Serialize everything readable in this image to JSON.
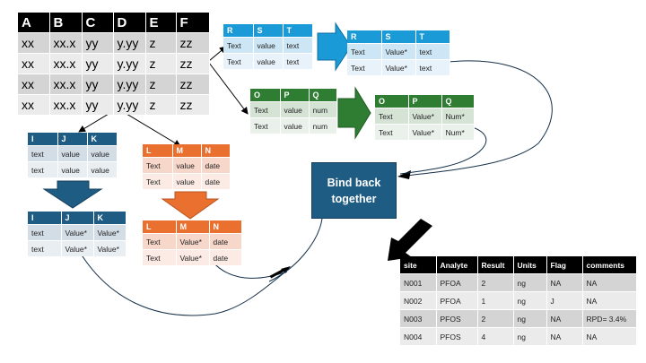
{
  "main_table": {
    "headers": [
      "A",
      "B",
      "C",
      "D",
      "E",
      "F"
    ],
    "rows": [
      [
        "xx",
        "xx.x",
        "yy",
        "y.yy",
        "z",
        "zz"
      ],
      [
        "xx",
        "xx.x",
        "yy",
        "y.yy",
        "z",
        "zz"
      ],
      [
        "xx",
        "xx.x",
        "yy",
        "y.yy",
        "z",
        "zz"
      ],
      [
        "xx",
        "xx.x",
        "yy",
        "y.yy",
        "z",
        "zz"
      ]
    ]
  },
  "rst_table": {
    "headers": [
      "R",
      "S",
      "T"
    ],
    "rows": [
      [
        "Text",
        "value",
        "text"
      ],
      [
        "Text",
        "value",
        "text"
      ]
    ]
  },
  "rst_result": {
    "headers": [
      "R",
      "S",
      "T"
    ],
    "rows": [
      [
        "Text",
        "Value*",
        "text"
      ],
      [
        "Text",
        "Value*",
        "text"
      ]
    ]
  },
  "opq_table": {
    "headers": [
      "O",
      "P",
      "Q"
    ],
    "rows": [
      [
        "Text",
        "value",
        "num"
      ],
      [
        "Text",
        "value",
        "num"
      ]
    ]
  },
  "opq_result": {
    "headers": [
      "O",
      "P",
      "Q"
    ],
    "rows": [
      [
        "Text",
        "Value*",
        "Num*"
      ],
      [
        "Text",
        "Value*",
        "Num*"
      ]
    ]
  },
  "ijk_table": {
    "headers": [
      "I",
      "J",
      "K"
    ],
    "rows": [
      [
        "text",
        "value",
        "value"
      ],
      [
        "text",
        "value",
        "value"
      ]
    ]
  },
  "ijk_result": {
    "headers": [
      "I",
      "J",
      "K"
    ],
    "rows": [
      [
        "text",
        "Value*",
        "Value*"
      ],
      [
        "text",
        "Value*",
        "Value*"
      ]
    ]
  },
  "lmn_table": {
    "headers": [
      "L",
      "M",
      "N"
    ],
    "rows": [
      [
        "Text",
        "value",
        "date"
      ],
      [
        "Text",
        "value",
        "date"
      ]
    ]
  },
  "lmn_result": {
    "headers": [
      "L",
      "M",
      "N"
    ],
    "rows": [
      [
        "Text",
        "Value*",
        "date"
      ],
      [
        "Text",
        "Value*",
        "date"
      ]
    ]
  },
  "bind_box": {
    "line1": "Bind back",
    "line2": "together"
  },
  "result_table": {
    "headers": [
      "site",
      "Analyte",
      "Result",
      "Units",
      "Flag",
      "comments"
    ],
    "rows": [
      [
        "N001",
        "PFOA",
        "2",
        "ng",
        "NA",
        "NA"
      ],
      [
        "N002",
        "PFOA",
        "1",
        "ng",
        "J",
        "NA"
      ],
      [
        "N003",
        "PFOS",
        "2",
        "ng",
        "NA",
        "RPD= 3.4%"
      ],
      [
        "N004",
        "PFOS",
        "4",
        "ng",
        "NA",
        "NA"
      ]
    ]
  },
  "colors": {
    "blue": "#1a9ad6",
    "green": "#2e7d32",
    "navy": "#1f5c84",
    "orange": "#ea7030",
    "black": "#000000"
  }
}
